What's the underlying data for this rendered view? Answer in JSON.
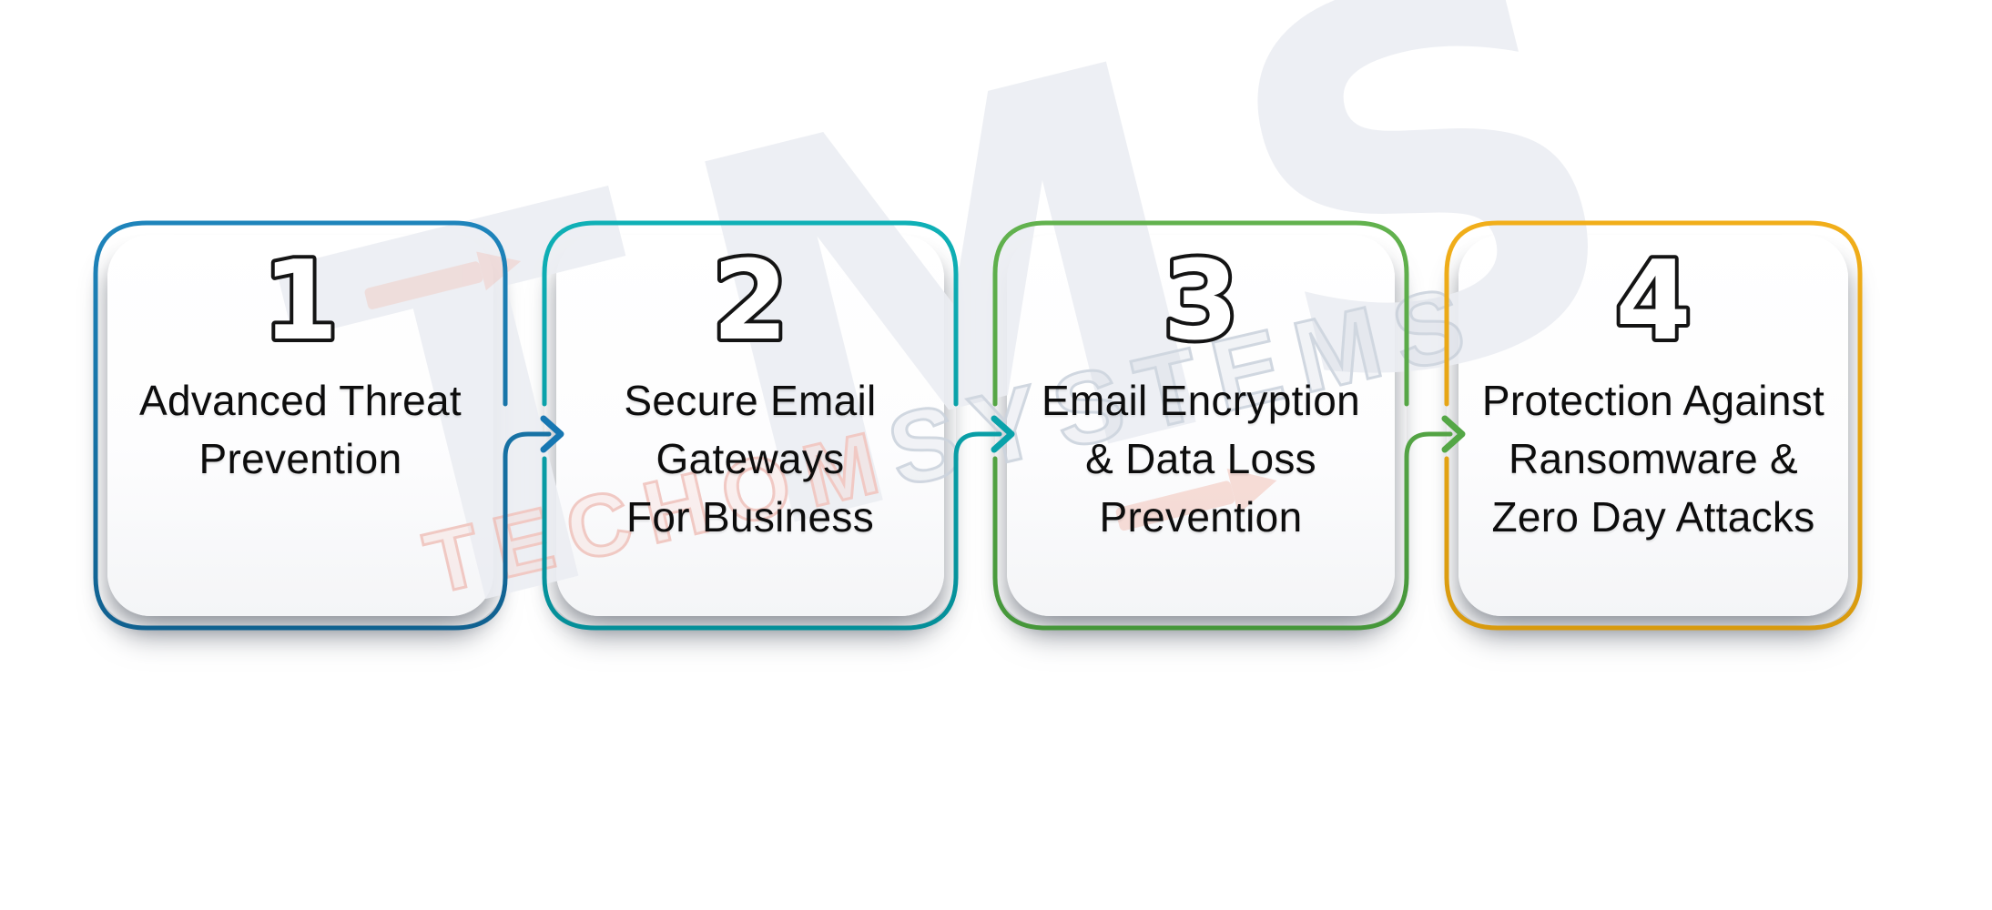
{
  "title": "Email security benefits flow",
  "watermark": {
    "logo_text": "TMS",
    "brand_part1": "TECHOM",
    "brand_part2": "SYSTEMS",
    "logo_color": "#eceef3",
    "accent_color": "#f0b3a5"
  },
  "steps": [
    {
      "number": "1",
      "color": "#1777b2",
      "color_top": "#1e84bb",
      "color_bottom": "#10608f",
      "lines": [
        "Advanced Threat",
        "Prevention"
      ]
    },
    {
      "number": "2",
      "color": "#09a2aa",
      "color_top": "#0fb0b6",
      "color_bottom": "#048e98",
      "lines": [
        "Secure Email",
        "Gateways",
        "For Business"
      ]
    },
    {
      "number": "3",
      "color": "#54a746",
      "color_top": "#62b24e",
      "color_bottom": "#45963a",
      "lines": [
        "Email Encryption",
        "& Data Loss",
        "Prevention"
      ]
    },
    {
      "number": "4",
      "color": "#eaa815",
      "color_top": "#f1ae1a",
      "color_bottom": "#d89a0e",
      "lines": [
        "Protection Against",
        "Ransomware &",
        "Zero Day Attacks"
      ]
    }
  ],
  "arrows": [
    {
      "from": "1",
      "to": "2",
      "color": "#1777b2"
    },
    {
      "from": "2",
      "to": "3",
      "color": "#09a2aa"
    },
    {
      "from": "3",
      "to": "4",
      "color": "#54a746"
    }
  ]
}
